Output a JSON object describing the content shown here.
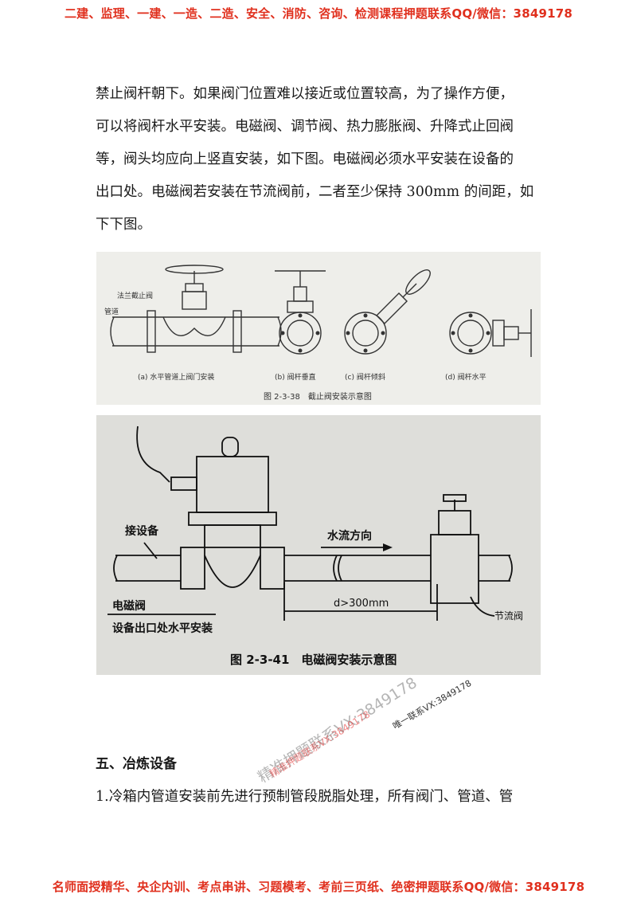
{
  "banner_top": "二建、监理、一建、一造、二造、安全、消防、咨询、检测课程押题联系QQ/微信：3849178",
  "banner_bottom": "名师面授精华、央企内训、考点串讲、习题模考、考前三页纸、绝密押题联系QQ/微信：3849178",
  "paragraph_lines": [
    "禁止阀杆朝下。如果阀门位置难以接近或位置较高，为了操作方便，",
    "可以将阀杆水平安装。电磁阀、调节阀、热力膨胀阀、升降式止回阀",
    "等，阀头均应向上竖直安装，如下图。电磁阀必须水平安装在设备的",
    "出口处。电磁阀若安装在节流阀前，二者至少保持 300mm 的间距，如",
    "下下图。"
  ],
  "figure1": {
    "label_flange_valve": "法兰截止阀",
    "label_pipe": "管道",
    "caption_a": "(a) 水平管道上阀门安装",
    "caption_b": "(b) 阀杆垂直",
    "caption_c": "(c) 阀杆倾斜",
    "caption_d": "(d) 阀杆水平",
    "title": "图 2-3-38　截止阀安装示意图"
  },
  "figure2": {
    "label_equipment": "接设备",
    "label_flow": "水流方向",
    "label_distance": "d>300mm",
    "label_solenoid": "电磁阀",
    "label_install": "设备出口处水平安装",
    "label_throttle": "节流阀",
    "title": "图 2-3-41　电磁阀安装示意图"
  },
  "section_heading": "五、冶炼设备",
  "item_1": "1.冷箱内管道安装前先进行预制管段脱脂处理，所有阀门、管道、管",
  "watermark_main": "精准押题联系VX:3849178",
  "watermark_red": "精准押题联系VX:3849178",
  "watermark_small": "唯一联系VX:3849178",
  "colors": {
    "banner": "#e0301e",
    "text": "#1a1a1a"
  }
}
